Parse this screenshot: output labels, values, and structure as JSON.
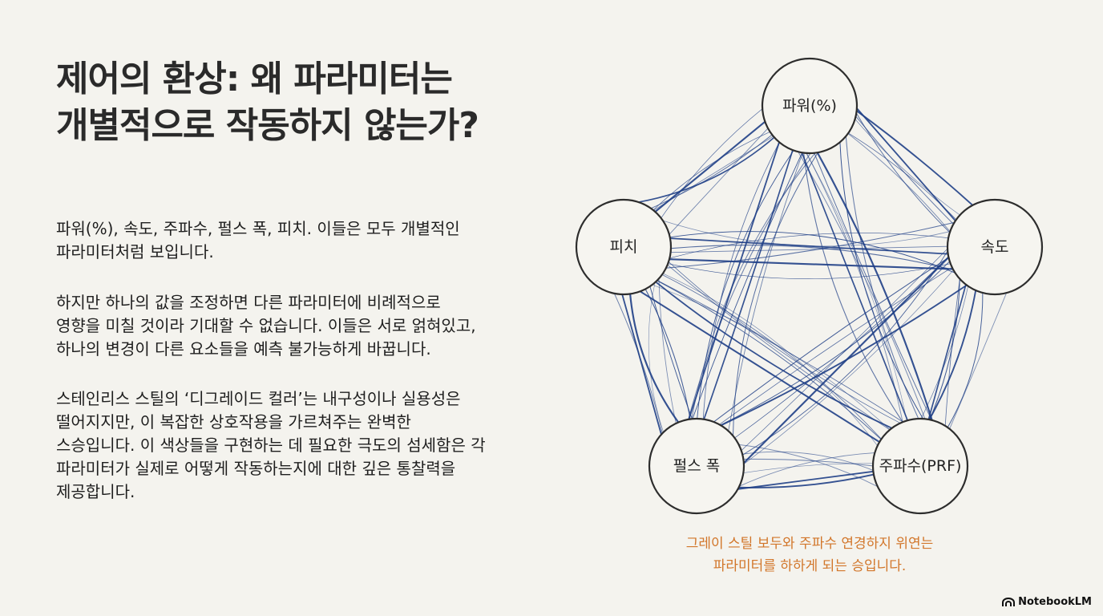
{
  "title": {
    "line1": "제어의 환상: 왜 파라미터는",
    "line2": "개별적으로 작동하지 않는가?"
  },
  "paragraphs": [
    [
      "파워(%), 속도, 주파수, 펄스 폭, 피치. 이들은 모두 개별적인",
      "파라미터처럼 보입니다."
    ],
    [
      "하지만 하나의 값을 조정하면 다른 파라미터에 비례적으로",
      "영향을 미칠 것이라 기대할 수 없습니다. 이들은 서로 얽혀있고,",
      "하나의 변경이 다른 요소들을 예측 불가능하게 바꿉니다."
    ],
    [
      "스테인리스 스틸의 ‘디그레이드 컬러’는 내구성이나 실용성은",
      "떨어지지만, 이 복잡한 상호작용을 가르쳐주는 완벽한",
      "스승입니다. 이 색상들을 구현하는 데 필요한 극도의 섬세함은 각",
      "파라미터가 실제로 어떻게 작동하는지에 대한 깊은 통찰력을",
      "제공합니다."
    ]
  ],
  "diagram": {
    "nodes": {
      "power": "파워(%)",
      "speed": "속도",
      "frequency": "주파수(PRF)",
      "pulse_width": "펄스 폭",
      "pitch": "피치"
    },
    "edge_color": "#1f3f86",
    "node_fill": "#f6f5f0"
  },
  "caption": {
    "line1": "그레이 스틸 보두와 주파수 연경하지 위연는",
    "line2": "파라미터를 하하게 되는 승입니다."
  },
  "brand": "NotebookLM",
  "colors": {
    "background": "#f4f3ee",
    "caption": "#d2762a",
    "edges": "#1f3f86"
  }
}
